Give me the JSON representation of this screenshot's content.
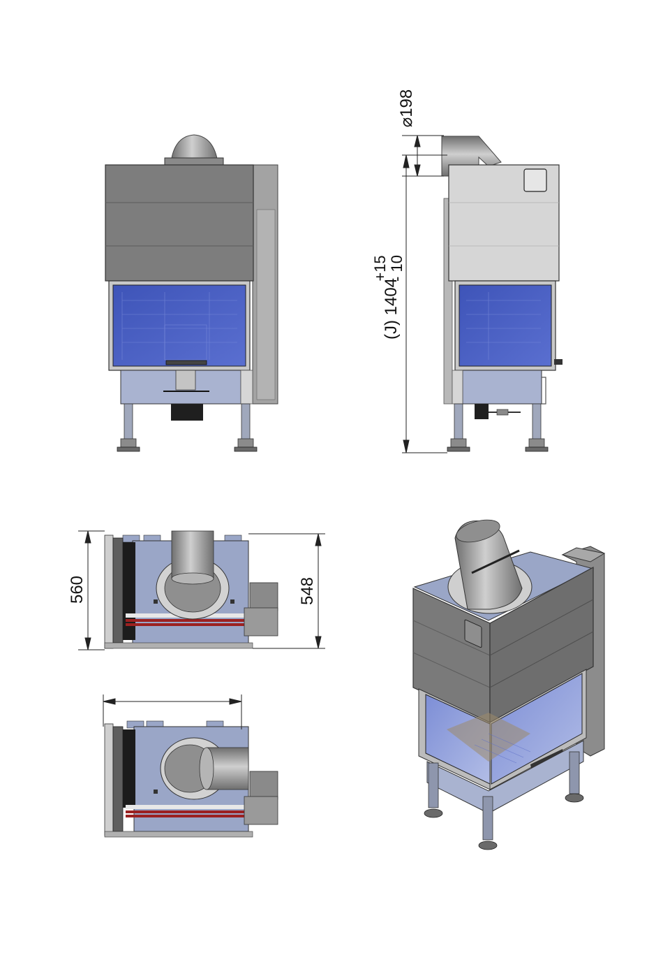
{
  "dimensions": {
    "flue_diameter": "⌀198",
    "height_prefix": "(J) 1404",
    "height_tol_plus": "+15",
    "height_tol_minus": "- 10",
    "depth_left": "560",
    "depth_right": "548"
  },
  "colors": {
    "steel_dark": "#7a7a7a",
    "steel_mid": "#9a9a9a",
    "steel_light": "#d4d4d4",
    "glass_blue": "#4a5fc0",
    "base_blue": "#9aa6c7",
    "seal_red": "#9b2121",
    "black": "#1a1a1a"
  }
}
